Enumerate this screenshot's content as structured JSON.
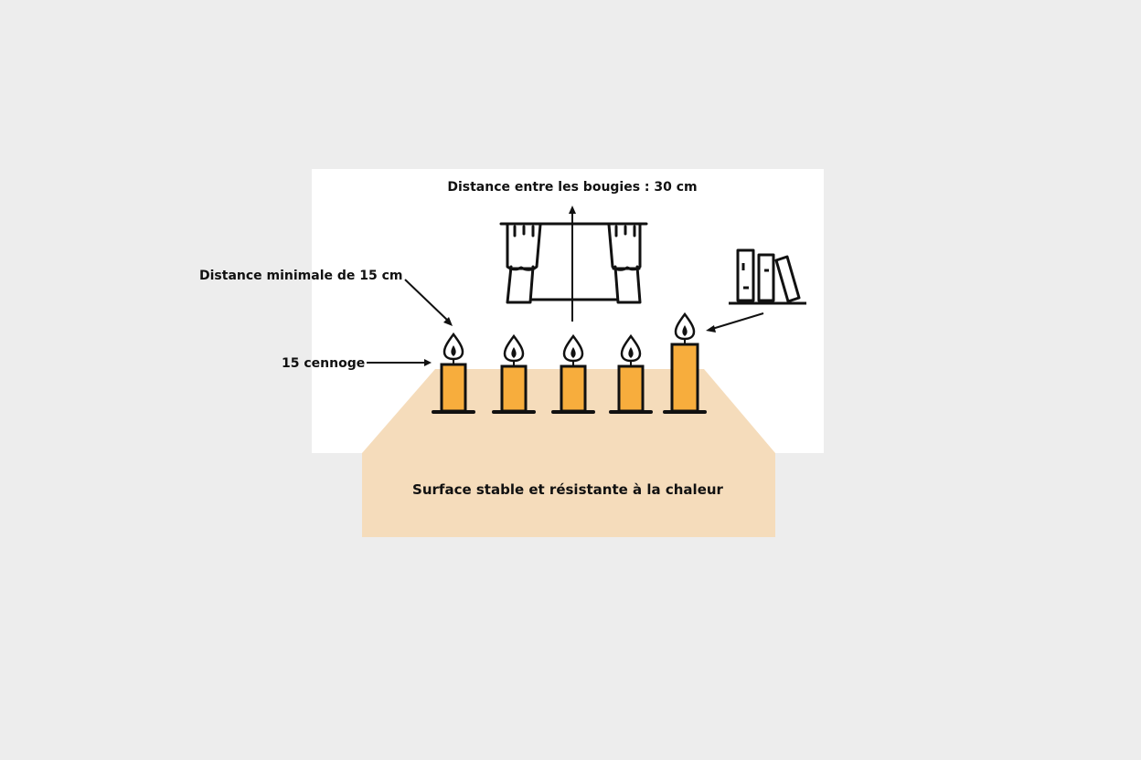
{
  "diagram": {
    "top_label": "Distance entre les bougies : 30 cm",
    "min_distance_label": "Distance minimale de 15 cm",
    "side_label": "15 cennoge",
    "surface_label": "Surface stable et résistante à la chaleur",
    "candles": [
      {
        "name": "candle-1"
      },
      {
        "name": "candle-2"
      },
      {
        "name": "candle-3"
      },
      {
        "name": "candle-4"
      },
      {
        "name": "candle-5-tall"
      }
    ],
    "icons": [
      "curtain-window-icon",
      "bookshelf-icon",
      "candle-icon"
    ],
    "colors": {
      "background": "#ededed",
      "panel": "#ffffff",
      "surface": "#f5dcbb",
      "candle": "#f7ad3d",
      "stroke": "#111111"
    }
  }
}
